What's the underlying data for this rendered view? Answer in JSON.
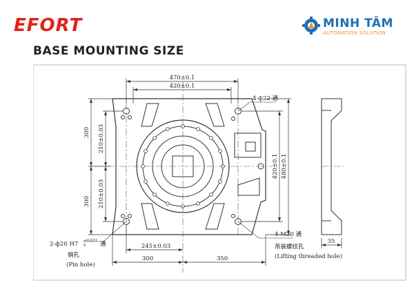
{
  "header": {
    "brand_left": "EFORT",
    "brand_right_name": "MINH TÂM",
    "brand_right_tagline": "AUTOMATION SOLUTION"
  },
  "page_title": "BASE MOUNTING SIZE",
  "dimensions": {
    "top_outer": "470±0.1",
    "top_inner": "420±0.1",
    "left_upper_outer": "300",
    "left_upper_inner": "210±0.03",
    "left_lower_outer": "300",
    "left_lower_inner": "210±0.03",
    "right_inner": "420±0.1",
    "right_outer": "480±0.1",
    "bottom_inner": "245±0.03",
    "bottom_left": "300",
    "bottom_right": "350",
    "side_width": "35"
  },
  "callouts": {
    "top_holes": "4-ф22 通",
    "lifting_spec": "4-M20 通",
    "lifting_cn": "吊装螺纹孔",
    "lifting_en": "(Lifting threaded hole)",
    "pin_spec": "2-ф20 H7",
    "pin_tol_upper": "+0.021",
    "pin_tol_lower": "0",
    "pin_through": "通",
    "pin_cn": "销孔",
    "pin_en": "(Pin hole)"
  },
  "colors": {
    "efort_red": "#e2231a",
    "mt_blue": "#1f6fb5",
    "mt_orange": "#f28c28",
    "line": "#333333"
  }
}
